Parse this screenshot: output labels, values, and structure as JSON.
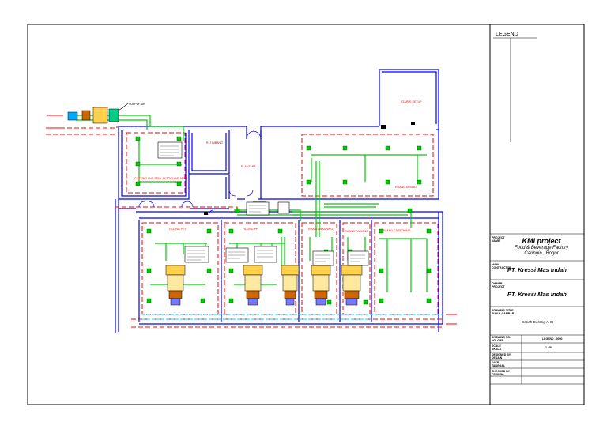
{
  "legend": {
    "title": "LEGEND"
  },
  "rooms": {
    "staple_setup": "STAPLE SETUP",
    "r_timbang": "R. TIMBANG",
    "r_antara": "R. ANTARA",
    "cutting": "CUTTING AND SEMI-AUTOCLAVE AREA",
    "ruang_mixing": "RUANG MIXING",
    "filling_pet": "FILLING PET",
    "filling_pp": "FILLING PP",
    "ruang_washing": "RUANG WASHING",
    "ruang_packing": "RUANG PACKING",
    "ruang_cartoning": "RUANG CARTONING",
    "supply_tag": "SUPPLY AIR"
  },
  "title_block": {
    "project_caption": "PROJECT\nNAME",
    "project_name": "KMI project",
    "project_line1": "Food & Beverage Factory",
    "project_line2": "Caringin , Bogor",
    "contractor_caption": "MAIN\nCONTRACTOR",
    "contractor": "PT. Kressi Mas Indah",
    "owner_caption": "OWNER\nPROJECT",
    "owner": "PT. Kressi Mas Indah",
    "drawing_caption": "DRAWING TITLE\nJUDUL GAMBAR",
    "drawing_title": "Denah Ducting AHU",
    "row1_caption": "DRAWING NO.\nNO. GBR",
    "row1_value": "LEGEND - 0000",
    "row2_caption": "SCALE\nSKALA",
    "row2_value": "1 : 50",
    "row3_caption": "DESIGNED BY\nDESAIN",
    "row4_caption": "DATE\nTANGGAL",
    "row5_caption": "CHECKED BY\nPERIKSA"
  },
  "colors": {
    "wall": "#0000ff",
    "duct_supply": "#00cc00",
    "duct_return": "#ff0000",
    "exhaust": "#00d8ff"
  }
}
